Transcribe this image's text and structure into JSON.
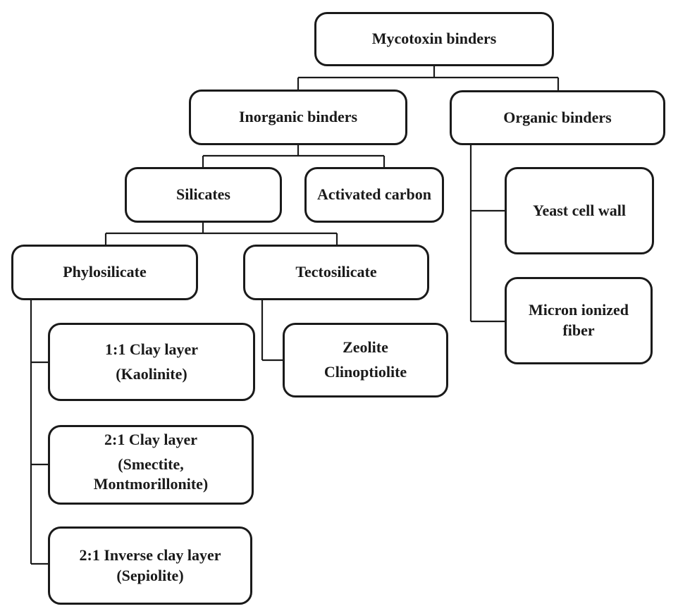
{
  "diagram": {
    "type": "hierarchy",
    "title": "Mycotoxin binders",
    "nodes": {
      "root": {
        "lines": [
          "Mycotoxin binders"
        ]
      },
      "inorganic": {
        "lines": [
          "Inorganic binders"
        ]
      },
      "organic": {
        "lines": [
          "Organic binders"
        ]
      },
      "silicates": {
        "lines": [
          "Silicates"
        ]
      },
      "activated_carbon": {
        "lines": [
          "Activated carbon"
        ]
      },
      "phylosilicate": {
        "lines": [
          "Phylosilicate"
        ]
      },
      "tectosilicate": {
        "lines": [
          "Tectosilicate"
        ]
      },
      "yeast_cell_wall": {
        "lines": [
          "Yeast cell wall"
        ]
      },
      "micron_ionized_fiber": {
        "lines": [
          "Micron ionized",
          "fiber"
        ]
      },
      "clay_1_1": {
        "lines": [
          "1:1 Clay layer",
          "(Kaolinite)"
        ]
      },
      "zeolite": {
        "lines": [
          "Zeolite",
          "Clinoptiolite"
        ]
      },
      "clay_2_1": {
        "lines": [
          "2:1 Clay layer",
          "(Smectite,",
          "Montmorillonite)"
        ]
      },
      "clay_2_1_inverse": {
        "lines": [
          "2:1 Inverse clay layer",
          "(Sepiolite)"
        ]
      }
    },
    "edges": [
      [
        "root",
        "inorganic"
      ],
      [
        "root",
        "organic"
      ],
      [
        "inorganic",
        "silicates"
      ],
      [
        "inorganic",
        "activated_carbon"
      ],
      [
        "silicates",
        "phylosilicate"
      ],
      [
        "silicates",
        "tectosilicate"
      ],
      [
        "organic",
        "yeast_cell_wall"
      ],
      [
        "organic",
        "micron_ionized_fiber"
      ],
      [
        "phylosilicate",
        "clay_1_1"
      ],
      [
        "phylosilicate",
        "clay_2_1"
      ],
      [
        "phylosilicate",
        "clay_2_1_inverse"
      ],
      [
        "tectosilicate",
        "zeolite"
      ]
    ]
  }
}
